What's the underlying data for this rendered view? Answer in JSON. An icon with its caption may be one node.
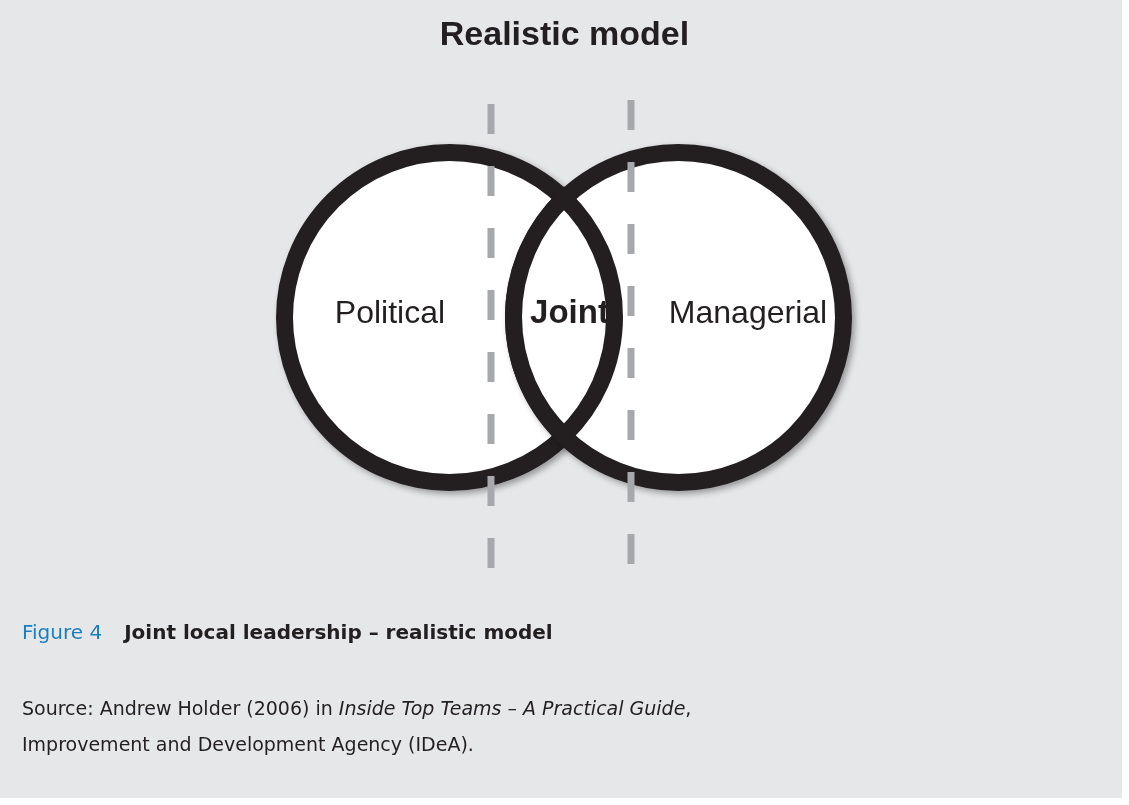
{
  "diagram": {
    "title": "Realistic model",
    "caption": "Joint local leadership – realistic model",
    "nodes": [
      {
        "text": [
          "Political"
        ]
      },
      {
        "text": [
          "Joint"
        ]
      },
      {
        "text": [
          "Managerial"
        ]
      }
    ],
    "labels": [
      "Figure 4",
      "Source: Andrew Holder (2006) in *Inside Top Teams – A Practical Guide*, Improvement and Development Agency (IDeA)."
    ]
  }
}
